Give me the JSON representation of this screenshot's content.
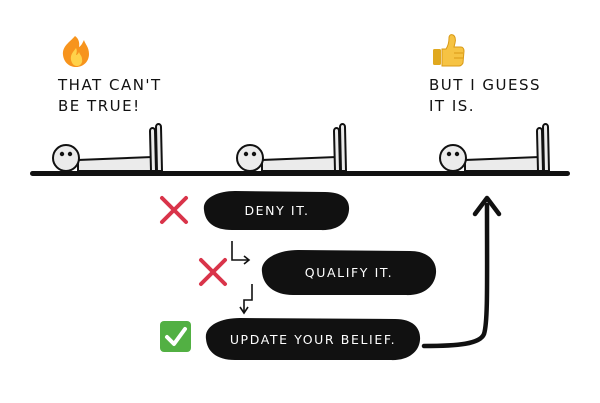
{
  "captions": {
    "left_line1": "THAT CAN'T",
    "left_line2": "BE TRUE!",
    "right_line1": "BUT I GUESS",
    "right_line2": "IT IS."
  },
  "icons": {
    "left": "fire-icon",
    "right": "thumbs-up-icon"
  },
  "steps": [
    {
      "label": "DENY IT.",
      "mark": "cross-icon",
      "mark_color": "#d9344a"
    },
    {
      "label": "QUALIFY IT.",
      "mark": "cross-icon",
      "mark_color": "#d9344a"
    },
    {
      "label": "UPDATE YOUR BELIEF.",
      "mark": "check-icon",
      "mark_color": "#52b043"
    }
  ],
  "colors": {
    "ink": "#111111",
    "fire": "#f7941d",
    "thumb": "#f6c343"
  }
}
